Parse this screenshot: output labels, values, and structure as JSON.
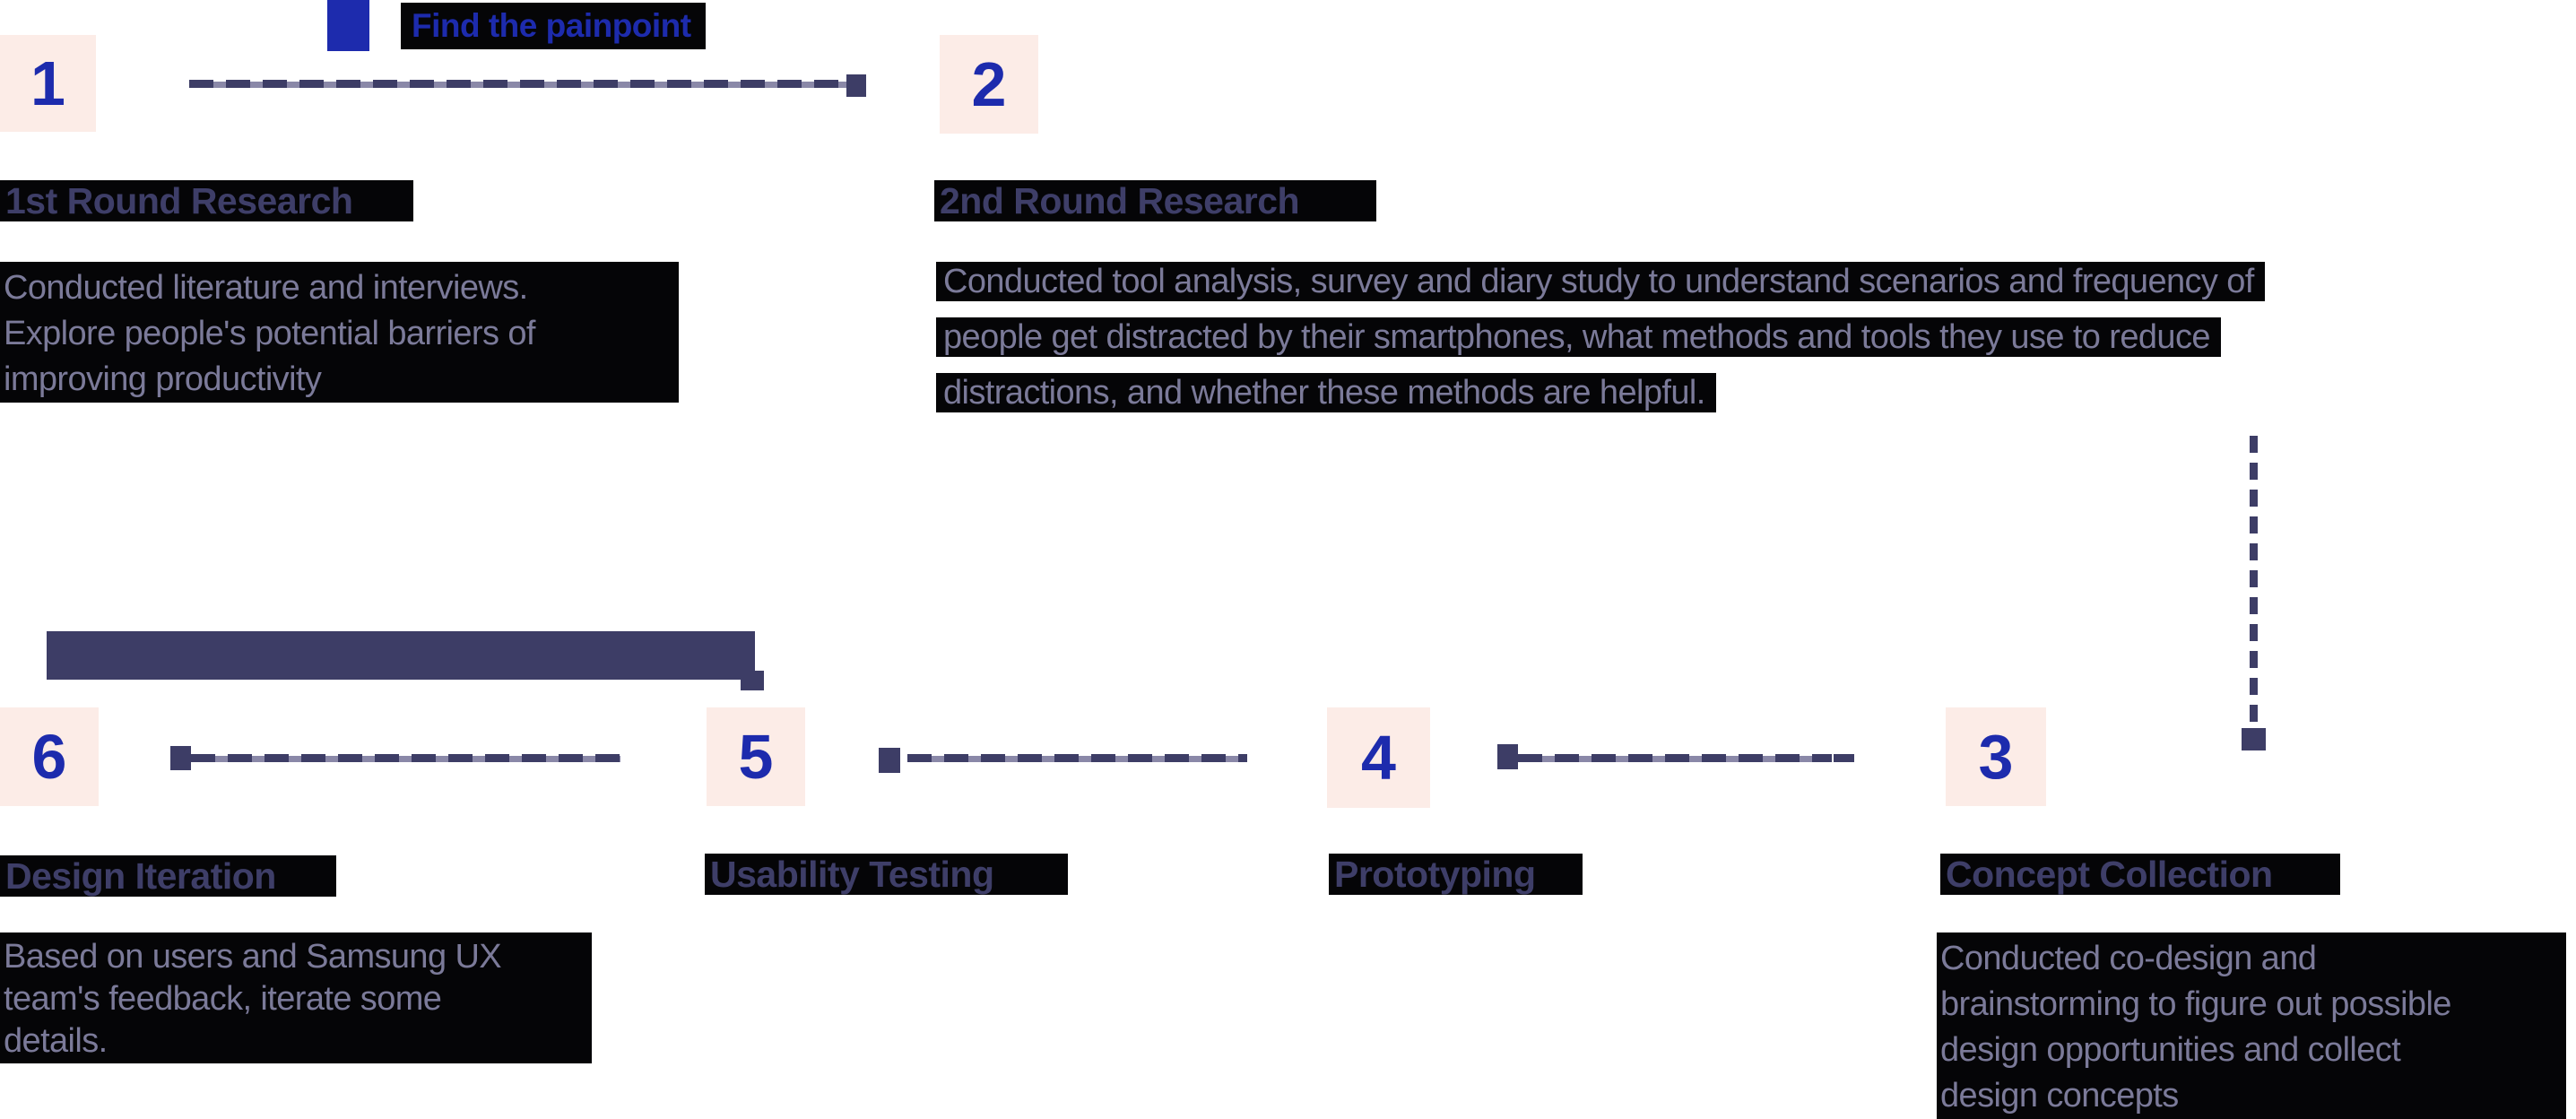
{
  "phase_label": "Find the painpoint",
  "steps": [
    {
      "number": "1",
      "title": "1st Round Research",
      "body": [
        "Conducted literature and interviews.",
        "Explore people's potential barriers of",
        "improving productivity"
      ]
    },
    {
      "number": "2",
      "title": "2nd Round Research",
      "body": [
        "Conducted tool analysis, survey and diary study to understand scenarios and frequency of",
        "people get distracted by their smartphones, what methods and tools they use to reduce",
        "distractions, and whether these methods are helpful."
      ]
    },
    {
      "number": "3",
      "title": "Concept Collection",
      "body": [
        "Conducted co-design and",
        "brainstorming to figure out possible",
        "design opportunities and collect",
        "design concepts"
      ]
    },
    {
      "number": "4",
      "title": "Prototyping",
      "body": []
    },
    {
      "number": "5",
      "title": "Usability Testing",
      "body": []
    },
    {
      "number": "6",
      "title": "Design Iteration",
      "body": [
        "Based on users and Samsung UX",
        "team's feedback, iterate some",
        "details."
      ]
    }
  ],
  "colors": {
    "accent_blue": "#1d2bad",
    "step_square_pink": "#fcece7",
    "connector_navy": "#3d3d66",
    "body_text_purple": "#7b7a99",
    "highlight_black": "#050507",
    "connector_underlay": "#8a88a8"
  }
}
